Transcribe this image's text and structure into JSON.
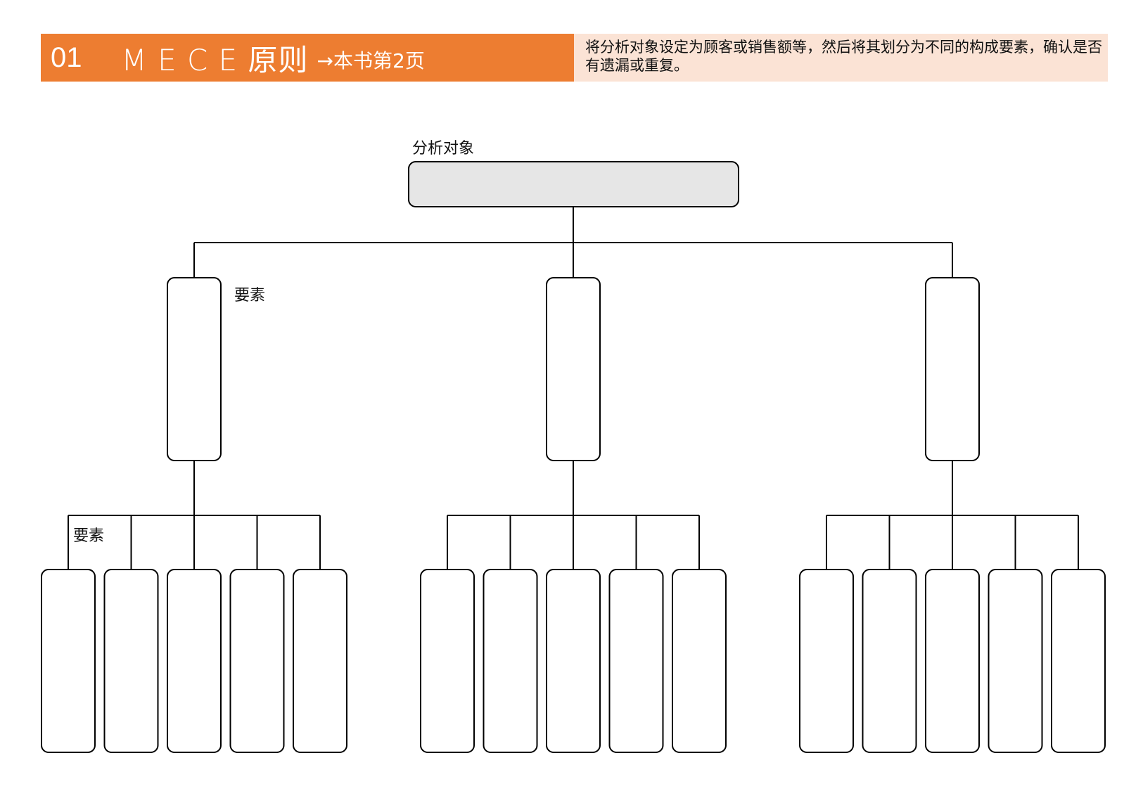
{
  "header": {
    "number": "01",
    "title": "M E C E 原则",
    "reference": "→本书第2页",
    "description": "将分析对象设定为顾客或销售额等，然后将其划分为不同的构成要素，确认是否有遗漏或重复。"
  },
  "diagram": {
    "root_label": "分析对象",
    "level1_label": "要素",
    "level2_label": "要素",
    "level1_count": 3,
    "level2_per_group": 5,
    "root_fill": "#e6e6e6",
    "stroke": "#000000",
    "header_color": "#ed7d31",
    "header_note_color": "#fbe3d5"
  }
}
